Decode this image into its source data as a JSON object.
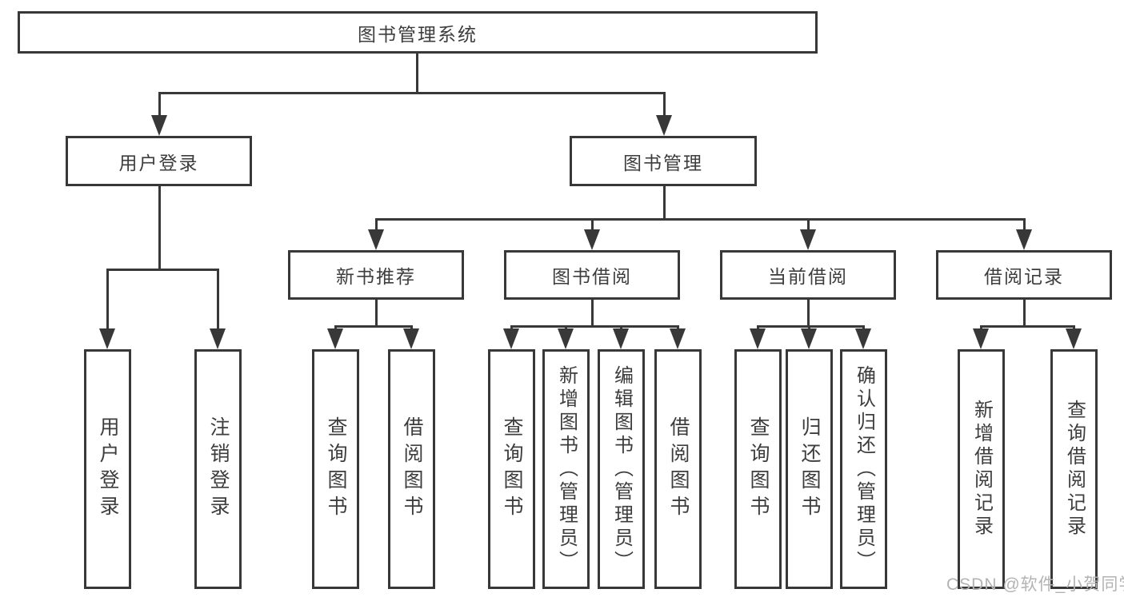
{
  "diagram": {
    "title": "图书管理系统",
    "root": {
      "label": "图书管理系统"
    },
    "branches": [
      {
        "label": "用户登录",
        "children": [
          {
            "label": "用户登录"
          },
          {
            "label": "注销登录"
          }
        ]
      },
      {
        "label": "图书管理",
        "children": [
          {
            "label": "新书推荐",
            "children": [
              {
                "label": "查询图书"
              },
              {
                "label": "借阅图书"
              }
            ]
          },
          {
            "label": "图书借阅",
            "children": [
              {
                "label": "查询图书"
              },
              {
                "label": "新增图书（管理员）"
              },
              {
                "label": "编辑图书（管理员）"
              },
              {
                "label": "借阅图书"
              }
            ]
          },
          {
            "label": "当前借阅",
            "children": [
              {
                "label": "查询图书"
              },
              {
                "label": "归还图书"
              },
              {
                "label": "确认归还（管理员）"
              }
            ]
          },
          {
            "label": "借阅记录",
            "children": [
              {
                "label": "新增借阅记录"
              },
              {
                "label": "查询借阅记录"
              }
            ]
          }
        ]
      }
    ]
  },
  "watermark": {
    "text": "CSDN @软件_小贺同学",
    "color": "#b3b3b3"
  },
  "colors": {
    "line": "#383838",
    "text": "#3d3d3d",
    "background": "#ffffff"
  }
}
